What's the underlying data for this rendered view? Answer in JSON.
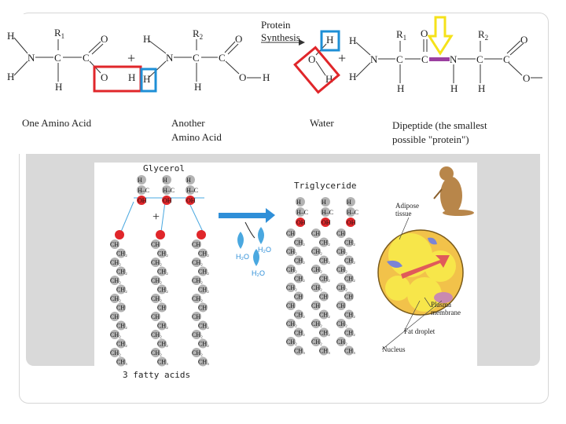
{
  "peptide": {
    "header_protein": "Protein",
    "header_synthesis": "Synthesis",
    "plus": "+",
    "caption_one": "One Amino Acid",
    "caption_another_1": "Another",
    "caption_another_2": "Amino Acid",
    "caption_water": "Water",
    "caption_dipeptide_1": "Dipeptide (the smallest",
    "caption_dipeptide_2": "possible \"protein\")",
    "atoms": {
      "H": "H",
      "N": "N",
      "C": "C",
      "O": "O",
      "R1": "R",
      "R1_sub": "1",
      "R2": "R",
      "R2_sub": "2"
    },
    "colors": {
      "red_box": "#e0262a",
      "blue_box": "#1e8fd6",
      "yellow_arrow": "#f5e21a",
      "peptide_bond": "#9b3fa0"
    }
  },
  "triglyceride": {
    "glycerol_label": "Glycerol",
    "triglyceride_label": "Triglyceride",
    "fatty_acids_label": "3 fatty acids",
    "water_labels": [
      "H₂O",
      "H₂O",
      "H₂O"
    ],
    "cell_labels": {
      "adipose": [
        "Adipose",
        "tissue"
      ],
      "plasma": [
        "Plasma",
        "membrane"
      ],
      "fat_droplet": "Fat droplet",
      "nucleus": "Nucleus"
    },
    "plus": "+",
    "chain_groups": [
      "CH",
      "CH₂",
      "CH₂",
      "CH₂",
      "CH₂",
      "CH₂",
      "CH₂",
      "CH",
      "CH",
      "CH₂",
      "CH₂",
      "CH₂",
      "CH₂",
      "CH₃"
    ],
    "glycerol_groups": [
      "H",
      "H–C",
      "OH"
    ],
    "colors": {
      "water": "#4aa8e0",
      "arrow": "#2f8fd8",
      "oxygen": "#e0262a",
      "carbon": "#9a9a9a",
      "droplet": "#f7e64a",
      "nucleus_pink": "#c98ab0"
    }
  }
}
